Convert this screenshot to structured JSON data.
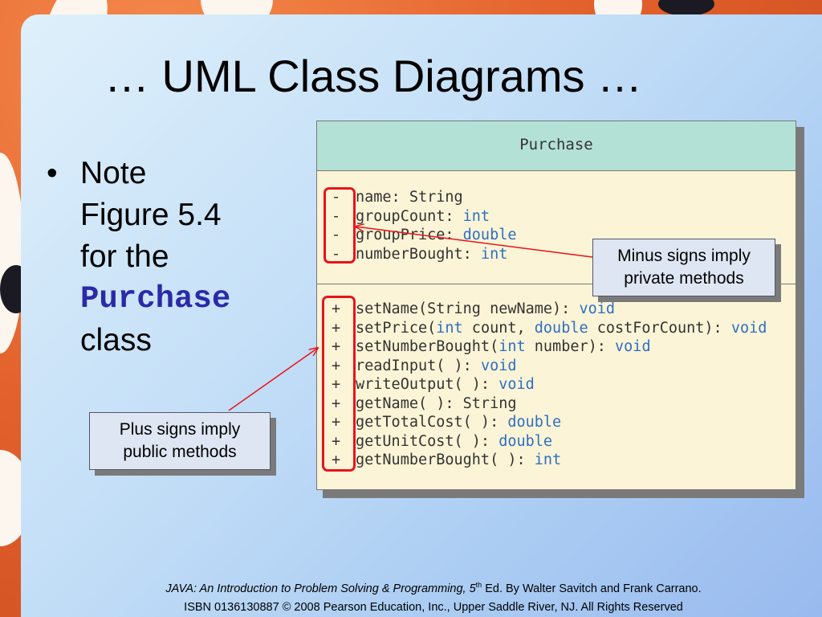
{
  "slide": {
    "title": "… UML Class Diagrams …",
    "bullet": {
      "symbol": "•",
      "line1": "Note",
      "line2": "Figure 5.4",
      "line3": "for the",
      "code": "Purchase",
      "line4": "class"
    }
  },
  "uml": {
    "class_name": "Purchase",
    "attributes": [
      {
        "sign": "-",
        "text": "name: ",
        "type": "String",
        "type_is_keyword": false
      },
      {
        "sign": "-",
        "text": "groupCount: ",
        "type": "int",
        "type_is_keyword": true
      },
      {
        "sign": "-",
        "text": "groupPrice: ",
        "type": "double",
        "type_is_keyword": true
      },
      {
        "sign": "-",
        "text": "numberBought: ",
        "type": "int",
        "type_is_keyword": true
      }
    ],
    "methods": [
      {
        "sign": "+",
        "p1": "setName(String newName): ",
        "kw1": "",
        "p2": "",
        "kw2": "",
        "p3": "",
        "ret": "void"
      },
      {
        "sign": "+",
        "p1": "setPrice(",
        "kw1": "int",
        "p2": " count, ",
        "kw2": "double",
        "p3": " costForCount): ",
        "ret": "void"
      },
      {
        "sign": "+",
        "p1": "setNumberBought(",
        "kw1": "int",
        "p2": " number): ",
        "kw2": "",
        "p3": "",
        "ret": "void"
      },
      {
        "sign": "+",
        "p1": "readInput( ): ",
        "kw1": "",
        "p2": "",
        "kw2": "",
        "p3": "",
        "ret": "void"
      },
      {
        "sign": "+",
        "p1": "writeOutput( ): ",
        "kw1": "",
        "p2": "",
        "kw2": "",
        "p3": "",
        "ret": "void"
      },
      {
        "sign": "+",
        "p1": "getName( ): String",
        "kw1": "",
        "p2": "",
        "kw2": "",
        "p3": "",
        "ret": ""
      },
      {
        "sign": "+",
        "p1": "getTotalCost( ): ",
        "kw1": "",
        "p2": "",
        "kw2": "",
        "p3": "",
        "ret": "double"
      },
      {
        "sign": "+",
        "p1": "getUnitCost( ): ",
        "kw1": "",
        "p2": "",
        "kw2": "",
        "p3": "",
        "ret": "double"
      },
      {
        "sign": "+",
        "p1": "getNumberBought( ): ",
        "kw1": "",
        "p2": "",
        "kw2": "",
        "p3": "",
        "ret": "int"
      }
    ]
  },
  "callouts": {
    "minus": {
      "line1": "Minus signs imply",
      "line2": "private methods"
    },
    "plus": {
      "line1": "Plus signs imply",
      "line2": "public methods"
    }
  },
  "footer": {
    "book_title": "JAVA: An Introduction to Problem Solving & Programming, 5",
    "edition_sup": "th",
    "edition_rest": " Ed. By Walter Savitch and Frank Carrano.",
    "isbn_line": "ISBN 0136130887  © 2008 Pearson Education, Inc., Upper Saddle River, NJ. All Rights Reserved"
  },
  "colors": {
    "annotation_red": "#e8141c",
    "keyword_blue": "#2d6fc4",
    "header_teal": "#b4e1d6",
    "body_cream": "#fbf4d6"
  }
}
